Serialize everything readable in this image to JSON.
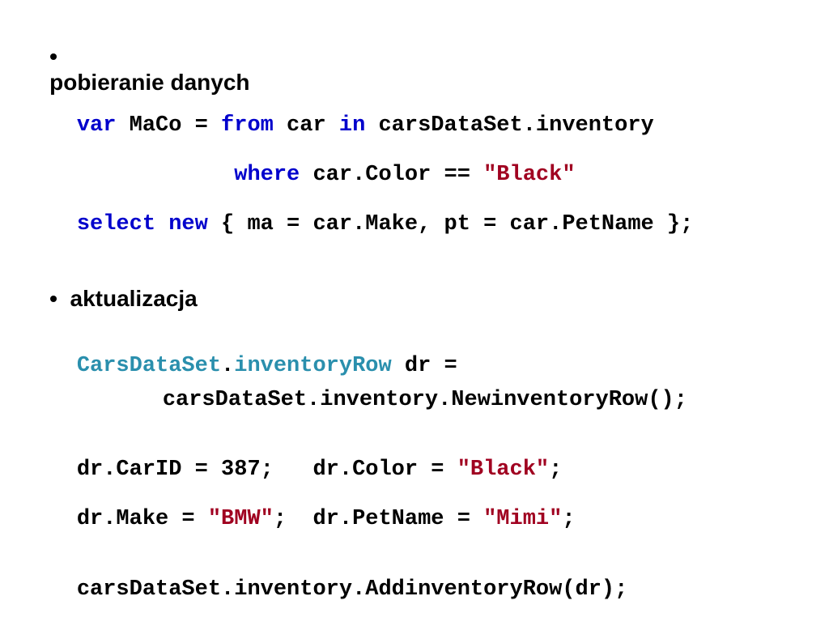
{
  "section1": {
    "bullet": "•",
    "heading": "pobieranie danych"
  },
  "query": {
    "line1": {
      "kw_var": "var",
      "t1": " MaCo = ",
      "kw_from": "from",
      "t2": " car ",
      "kw_in": "in",
      "t3": " carsDataSet.inventory"
    },
    "line2": {
      "indent": "            ",
      "kw_where": "where",
      "t1": " car.Color == ",
      "str_black": "\"Black\""
    },
    "line3": {
      "kw_select": "select",
      "t1": " ",
      "kw_new": "new",
      "t2": " { ma = car.Make, pt = car.PetName };"
    }
  },
  "section2": {
    "bullet": "•",
    "heading": "aktualizacja"
  },
  "update": {
    "line1": {
      "type_dataset": "CarsDataSet",
      "dot": ".",
      "type_row": "inventoryRow",
      "t1": " dr ="
    },
    "line2": {
      "t1": "     carsDataSet.inventory.NewinventoryRow();"
    },
    "line3": {
      "t1": "dr.CarID = 387;   dr.Color = ",
      "str_black": "\"Black\"",
      "t2": ";"
    },
    "line4": {
      "t1": "dr.Make = ",
      "str_bmw": "\"BMW\"",
      "t2": ";  dr.PetName = ",
      "str_mimi": "\"Mimi\"",
      "t3": ";"
    },
    "line5": {
      "t1": "carsDataSet.inventory.AddinventoryRow(dr);"
    }
  },
  "colors": {
    "keyword": "#0000cc",
    "string": "#a00020",
    "type": "#2a8fad",
    "text": "#000000",
    "background": "#ffffff"
  }
}
